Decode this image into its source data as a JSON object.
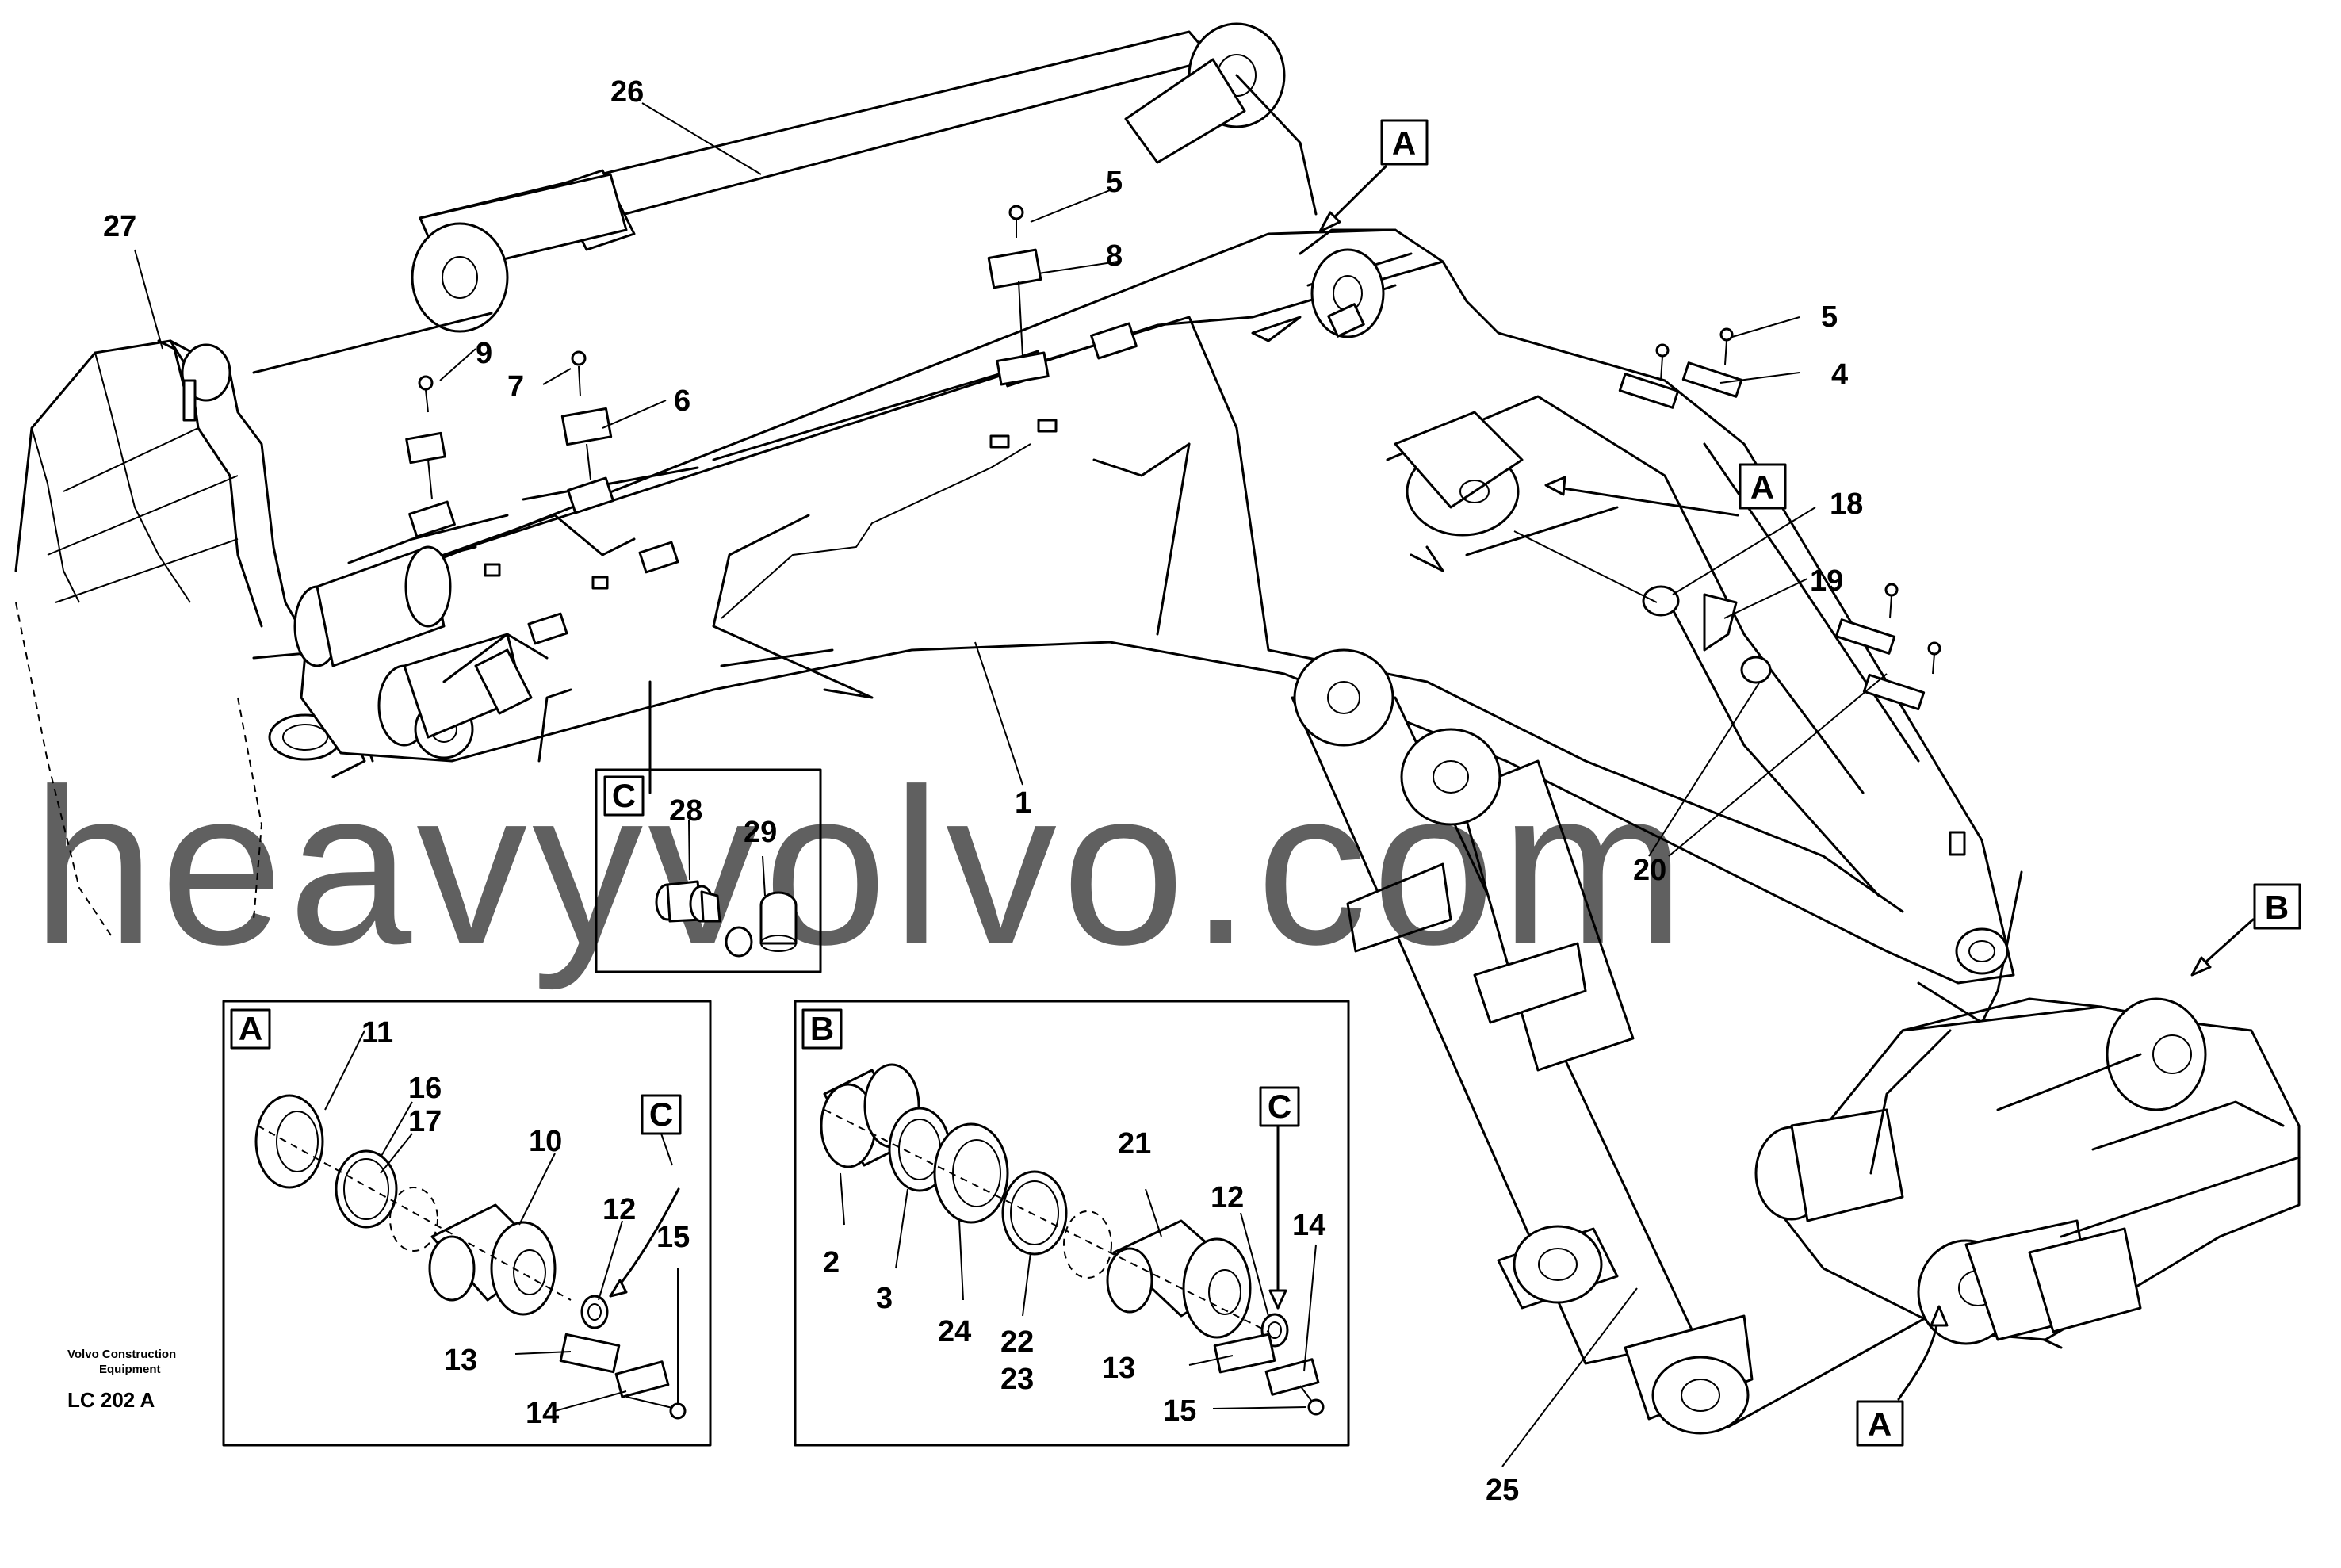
{
  "labels": {
    "n1": "1",
    "n2": "2",
    "n3": "3",
    "n4": "4",
    "n5a": "5",
    "n5b": "5",
    "n6": "6",
    "n7": "7",
    "n8": "8",
    "n9": "9",
    "n10": "10",
    "n11": "11",
    "n12a": "12",
    "n12b": "12",
    "n13a": "13",
    "n13b": "13",
    "n14a": "14",
    "n14b": "14",
    "n15a": "15",
    "n15b": "15",
    "n16": "16",
    "n17": "17",
    "n18": "18",
    "n19": "19",
    "n20": "20",
    "n21": "21",
    "n22": "22",
    "n23": "23",
    "n24": "24",
    "n25": "25",
    "n26": "26",
    "n27": "27",
    "n28": "28",
    "n29": "29"
  },
  "callouts": {
    "a_top": "A",
    "a_mid": "A",
    "a_bottom": "A",
    "b_main": "B",
    "b_detail": "B",
    "c_detail": "C",
    "c_in_a": "C",
    "c_in_b": "C",
    "a_detail": "A"
  },
  "publisher": {
    "line1": "Volvo Construction",
    "line2": "Equipment"
  },
  "drawing_code": "LC 202  A",
  "watermark": "heavyvolvo.com",
  "colors": {
    "line": "#000000",
    "watermark": "#e9a8ab",
    "paper": "#ffffff"
  }
}
